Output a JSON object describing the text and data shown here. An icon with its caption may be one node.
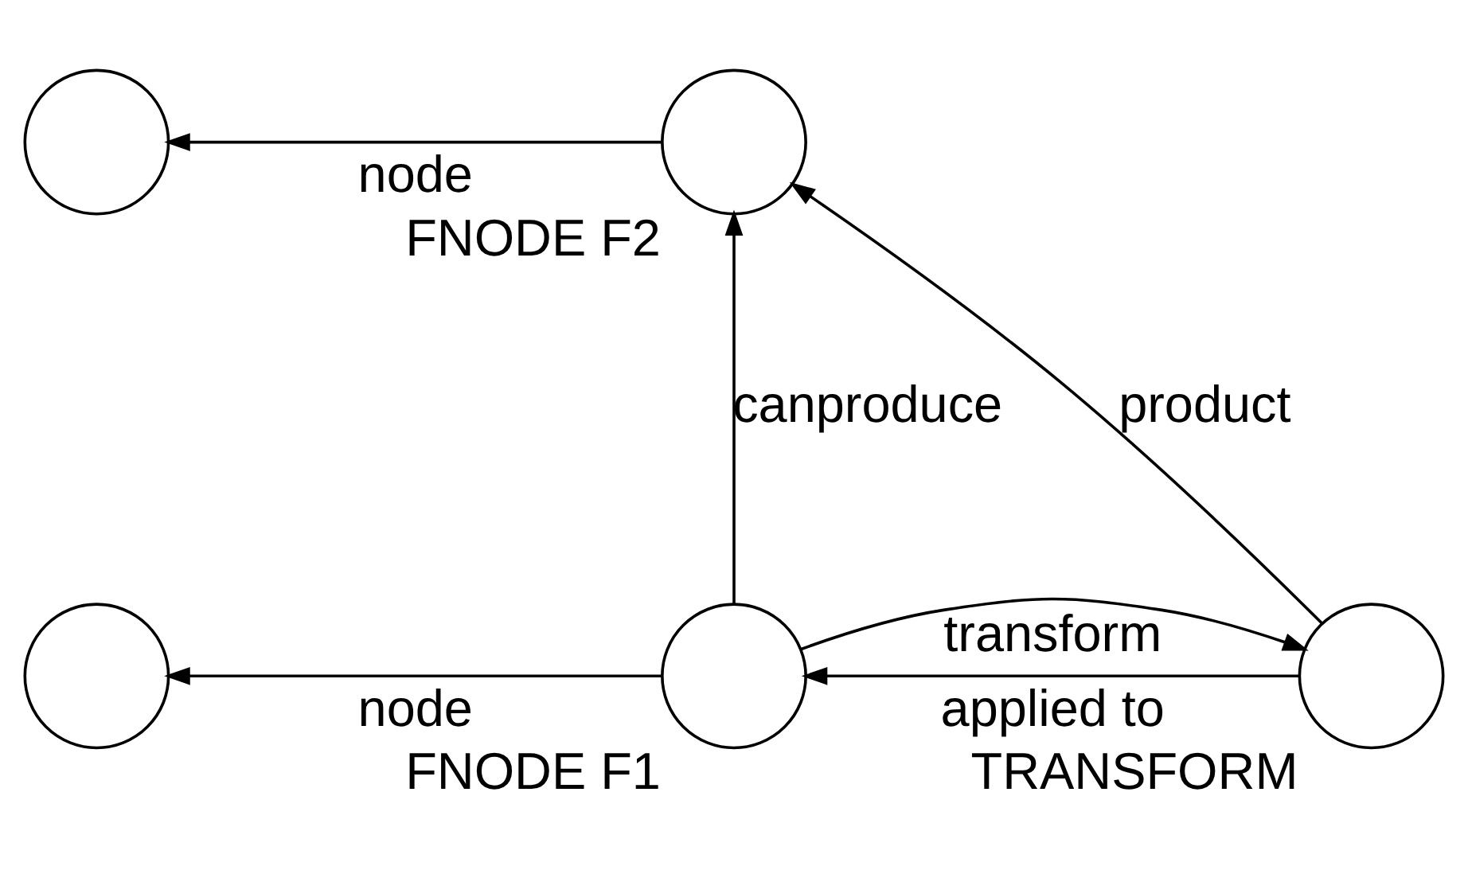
{
  "diagram": {
    "nodes": [
      {
        "text": [],
        "shape": "circle"
      },
      {
        "text": [],
        "shape": "circle",
        "beside": [
          "FNODE F2"
        ]
      },
      {
        "text": [],
        "shape": "circle"
      },
      {
        "text": [],
        "shape": "circle",
        "beside": [
          "FNODE F1"
        ]
      },
      {
        "text": [],
        "shape": "circle",
        "beside": [
          "TRANSFORM"
        ]
      }
    ],
    "edges": [
      {
        "from": 1,
        "to": 0,
        "arrow": "to",
        "label": "node"
      },
      {
        "from": 3,
        "to": 1,
        "arrow": "to",
        "label": "canproduce"
      },
      {
        "from": 4,
        "to": 1,
        "arrow": "to",
        "label": "product"
      },
      {
        "from": 3,
        "to": 2,
        "arrow": "to",
        "label": "node"
      },
      {
        "from": 3,
        "to": 4,
        "arrow": "to",
        "label": "transform"
      },
      {
        "from": 4,
        "to": 3,
        "arrow": "to",
        "label": "applied to"
      }
    ]
  }
}
